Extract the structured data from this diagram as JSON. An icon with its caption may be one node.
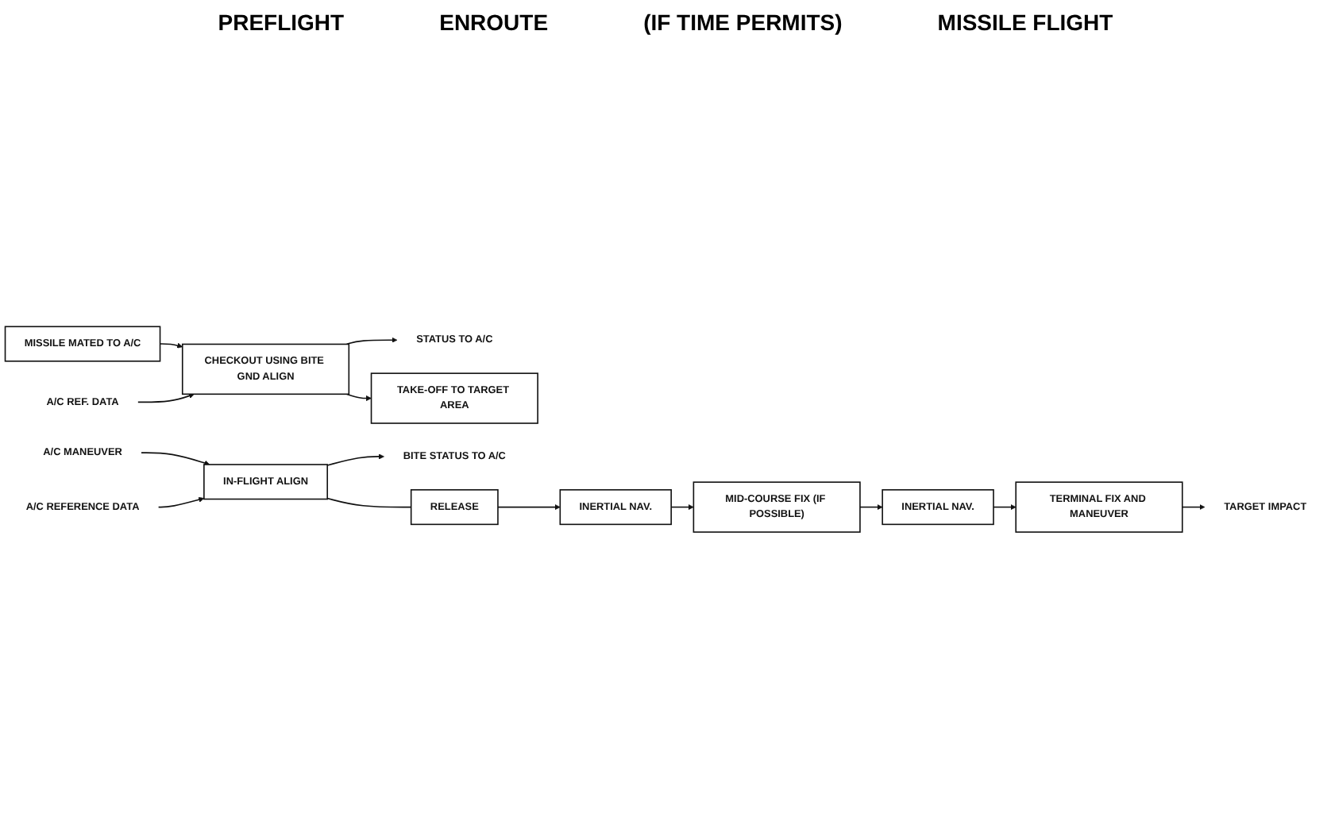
{
  "diagram": {
    "nodes": [
      {
        "text": [
          "MISSILE MATED TO A/C"
        ]
      },
      {
        "text": [
          "A/C REF. DATA"
        ]
      },
      {
        "text": [
          "CHECKOUT USING BITE GND ALIGN"
        ]
      },
      {
        "text": [
          "STATUS TO A/C"
        ]
      },
      {
        "text": [
          "TAKE-OFF TO TARGET AREA"
        ]
      },
      {
        "text": [
          "A/C MANEUVER"
        ]
      },
      {
        "text": [
          "IN-FLIGHT ALIGN"
        ]
      },
      {
        "text": [
          "A/C REFERENCE DATA"
        ]
      },
      {
        "text": [
          "BITE STATUS TO A/C"
        ]
      },
      {
        "text": [
          "RELEASE"
        ]
      },
      {
        "text": [
          "INERTIAL NAV."
        ]
      },
      {
        "text": [
          "MID-COURSE FIX (IF POSSIBLE)"
        ]
      },
      {
        "text": [
          "INERTIAL NAV."
        ]
      },
      {
        "text": [
          "TERMINAL FIX AND MANEUVER"
        ]
      },
      {
        "text": [
          "TARGET IMPACT"
        ]
      }
    ],
    "edges": [
      {
        "from": 0,
        "to": 2,
        "arrow": "to"
      },
      {
        "from": 1,
        "to": 2,
        "arrow": "to"
      },
      {
        "from": 2,
        "to": 3,
        "arrow": "to"
      },
      {
        "from": 2,
        "to": 4,
        "arrow": "to"
      },
      {
        "from": 5,
        "to": 6,
        "arrow": "to"
      },
      {
        "from": 7,
        "to": 6,
        "arrow": "to"
      },
      {
        "from": 6,
        "to": 8,
        "arrow": "to"
      },
      {
        "from": 6,
        "to": 9,
        "arrow": "none"
      },
      {
        "from": 9,
        "to": 10,
        "arrow": "to"
      },
      {
        "from": 10,
        "to": 11,
        "arrow": "to"
      },
      {
        "from": 11,
        "to": 12,
        "arrow": "to"
      },
      {
        "from": 12,
        "to": 13,
        "arrow": "to"
      },
      {
        "from": 13,
        "to": 14,
        "arrow": "to"
      }
    ],
    "labels": [
      "PREFLIGHT",
      "ENROUTE",
      "(IF TIME PERMITS)",
      "MISSILE FLIGHT"
    ]
  }
}
